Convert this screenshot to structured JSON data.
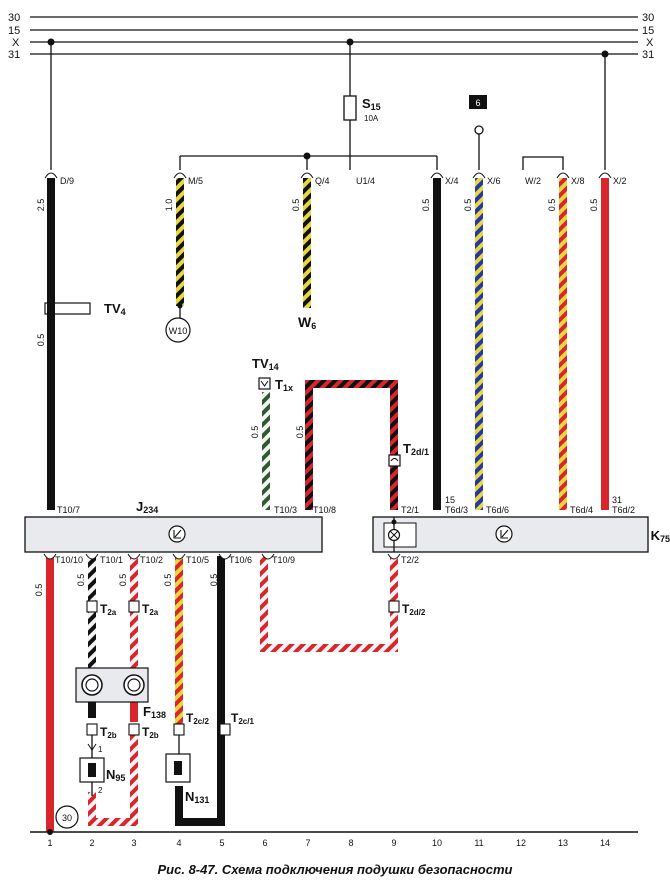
{
  "buses": [
    {
      "name": "30"
    },
    {
      "name": "15"
    },
    {
      "name": "X"
    },
    {
      "name": "31"
    }
  ],
  "fuse": {
    "name": "S15",
    "main": "S",
    "sub": "15",
    "rating": "10A"
  },
  "marker": "6",
  "top_connectors": [
    "D/9",
    "M/5",
    "Q/4",
    "U1/4",
    "X/4",
    "X/6",
    "W/2",
    "X/8",
    "X/2"
  ],
  "wire_sizes": {
    "w1_top": "2.5",
    "w1_mid": "0.5",
    "w2": "1.0",
    "w3": "0.5",
    "w4": "0.5",
    "w5": "0.5",
    "w6": "0.5",
    "w7": "0.5",
    "w8": "0.5",
    "tv14_wire": "0.5",
    "loop_wire": "0.5",
    "bottom_1": "0.5",
    "bottom_2": "0.5",
    "bottom_3": "0.5",
    "bottom_4": "0.5",
    "bottom_5": "0.5"
  },
  "components": {
    "tv4": {
      "main": "TV",
      "sub": "4"
    },
    "w10": "W10",
    "w6": {
      "main": "W",
      "sub": "6"
    },
    "tv14": {
      "main": "TV",
      "sub": "14"
    },
    "t1x": {
      "main": "T",
      "sub": "1x"
    },
    "t2d1": {
      "main": "T",
      "sub": "2d/1"
    },
    "j234": {
      "main": "J",
      "sub": "234"
    },
    "k75": {
      "main": "K",
      "sub": "75"
    },
    "t2a_left": {
      "main": "T",
      "sub": "2a"
    },
    "t2a_right": {
      "main": "T",
      "sub": "2a"
    },
    "f138": {
      "main": "F",
      "sub": "138"
    },
    "t2b_left": {
      "main": "T",
      "sub": "2b"
    },
    "t2b_right": {
      "main": "T",
      "sub": "2b"
    },
    "n95": {
      "main": "N",
      "sub": "95"
    },
    "t2c2": {
      "main": "T",
      "sub": "2c/2"
    },
    "t2c1": {
      "main": "T",
      "sub": "2c/1"
    },
    "n131": {
      "main": "N",
      "sub": "131"
    },
    "t2d2": {
      "main": "T",
      "sub": "2d/2"
    },
    "ground30": "30",
    "pin1": "1",
    "pin2": "2"
  },
  "j234_pins_top": [
    "T10/7",
    "T10/3",
    "T10/8"
  ],
  "j234_pins_bottom": [
    "T10/10",
    "T10/1",
    "T10/2",
    "T10/5",
    "T10/6",
    "T10/9"
  ],
  "k75_pins_top": [
    "T2/1",
    "15",
    "T6d/3",
    "T6d/6",
    "T6d/4",
    "31",
    "T6d/2"
  ],
  "k75_pins_bottom": [
    "T2/2"
  ],
  "ground_numbers": [
    "1",
    "2",
    "3",
    "4",
    "5",
    "6",
    "7",
    "8",
    "9",
    "10",
    "11",
    "12",
    "13",
    "14"
  ],
  "caption": "Рис. 8-47. Схема подключения подушки безопасности"
}
